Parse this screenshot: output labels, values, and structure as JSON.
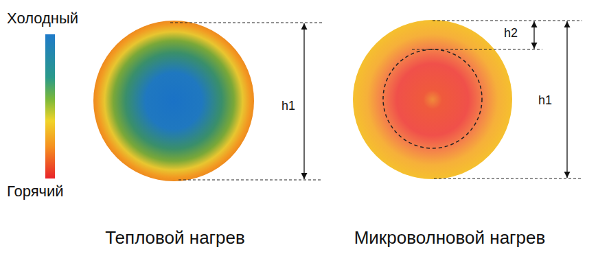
{
  "diagram": {
    "labels": [
      "Холодный",
      "Горячий",
      "h1",
      "h2",
      "h1",
      "Тепловой нагрев",
      "Микроволновой нагрев"
    ]
  }
}
